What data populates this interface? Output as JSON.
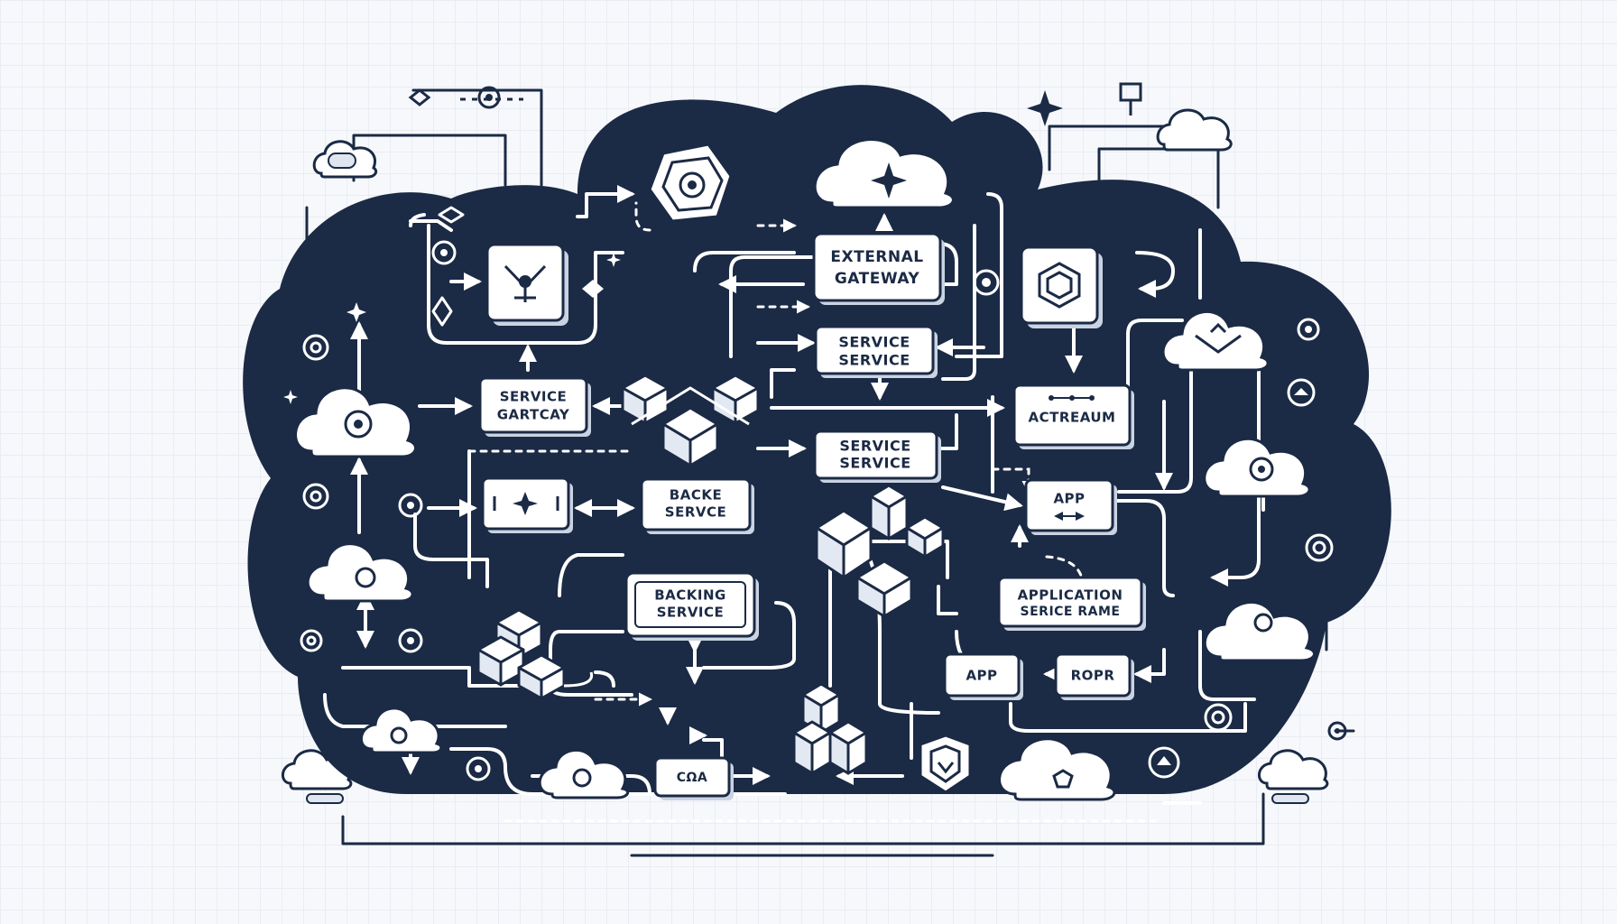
{
  "diagram": {
    "nodes": [
      {
        "id": "external-gateway",
        "lines": [
          "EXTERNAL",
          "GATEWAY"
        ]
      },
      {
        "id": "service-service-1",
        "lines": [
          "SERVICE",
          "SERVICE"
        ]
      },
      {
        "id": "service-gartcay",
        "lines": [
          "SERVICE",
          "GARTCAY"
        ]
      },
      {
        "id": "service-service-2",
        "lines": [
          "SERVICE",
          "SERVICE"
        ]
      },
      {
        "id": "actreaum",
        "lines": [
          "ACTREAUM"
        ]
      },
      {
        "id": "backe-service",
        "lines": [
          "BACKE",
          "SERVCE"
        ]
      },
      {
        "id": "app-1",
        "lines": [
          "APP"
        ]
      },
      {
        "id": "backing-service",
        "lines": [
          "BACKING",
          "SERVICE"
        ]
      },
      {
        "id": "application-service-rame",
        "lines": [
          "APPLICATION",
          "SERICE RAME"
        ]
      },
      {
        "id": "app-2",
        "lines": [
          "APP"
        ]
      },
      {
        "id": "ropr",
        "lines": [
          "ROPR"
        ]
      },
      {
        "id": "cza",
        "lines": [
          "CΩA"
        ]
      }
    ]
  },
  "colors": {
    "navy": "#1b2a45",
    "white": "#ffffff",
    "background": "#f6f8fb",
    "shadow": "#c9d3e2"
  },
  "icons": [
    "cloud-icon",
    "cube-stack-icon",
    "target-icon",
    "gear-icon",
    "shield-icon",
    "diamond-star-icon",
    "sparkle-icon",
    "hexagon-icon"
  ]
}
